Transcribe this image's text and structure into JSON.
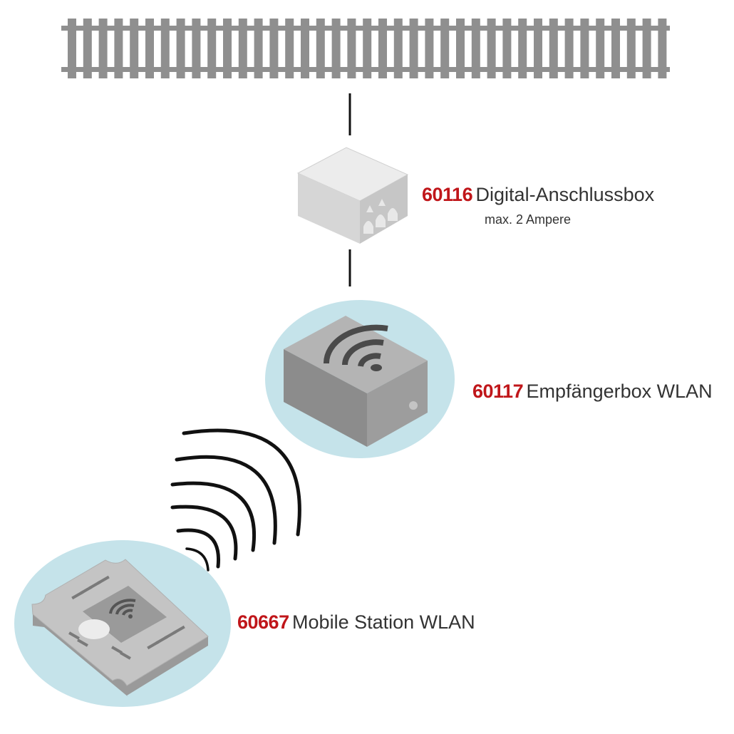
{
  "devices": [
    {
      "id": "digital-box",
      "number": "60116",
      "name": "Digital-Anschlussbox",
      "subtitle": "max. 2 Ampere"
    },
    {
      "id": "receiver-box",
      "number": "60117",
      "name": "Empfängerbox WLAN"
    },
    {
      "id": "mobile-station",
      "number": "60667",
      "name": "Mobile Station WLAN"
    }
  ],
  "colors": {
    "accent_number": "#c0161a",
    "text": "#333333",
    "track": "#8f8f8f",
    "halo": "#c5e3ea",
    "box_light": "#dcdcdc",
    "box_dark": "#8a8a8a",
    "wave": "#111111"
  },
  "icons": [
    "rail-track",
    "connection-line",
    "wifi-icon",
    "radio-waves-icon"
  ]
}
